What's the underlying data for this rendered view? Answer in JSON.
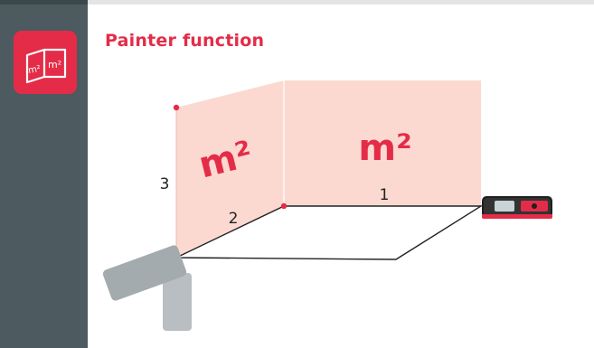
{
  "header": {
    "title": "Painter function"
  },
  "sidebar": {
    "function_icon": {
      "name": "painter-function-icon",
      "left_label": "m²",
      "right_label": "m²"
    }
  },
  "illustration": {
    "wall_left_unit": "m²",
    "wall_right_unit": "m²",
    "label_height": "3",
    "label_depth": "2",
    "label_width": "1"
  },
  "colors": {
    "accent": "#e42c48",
    "sidebar": "#4d5a60",
    "wall_fill": "#fbd9d0",
    "device_body": "#2c2c2c",
    "device_stripe": "#e42c48",
    "hand": "#b8bec2"
  }
}
